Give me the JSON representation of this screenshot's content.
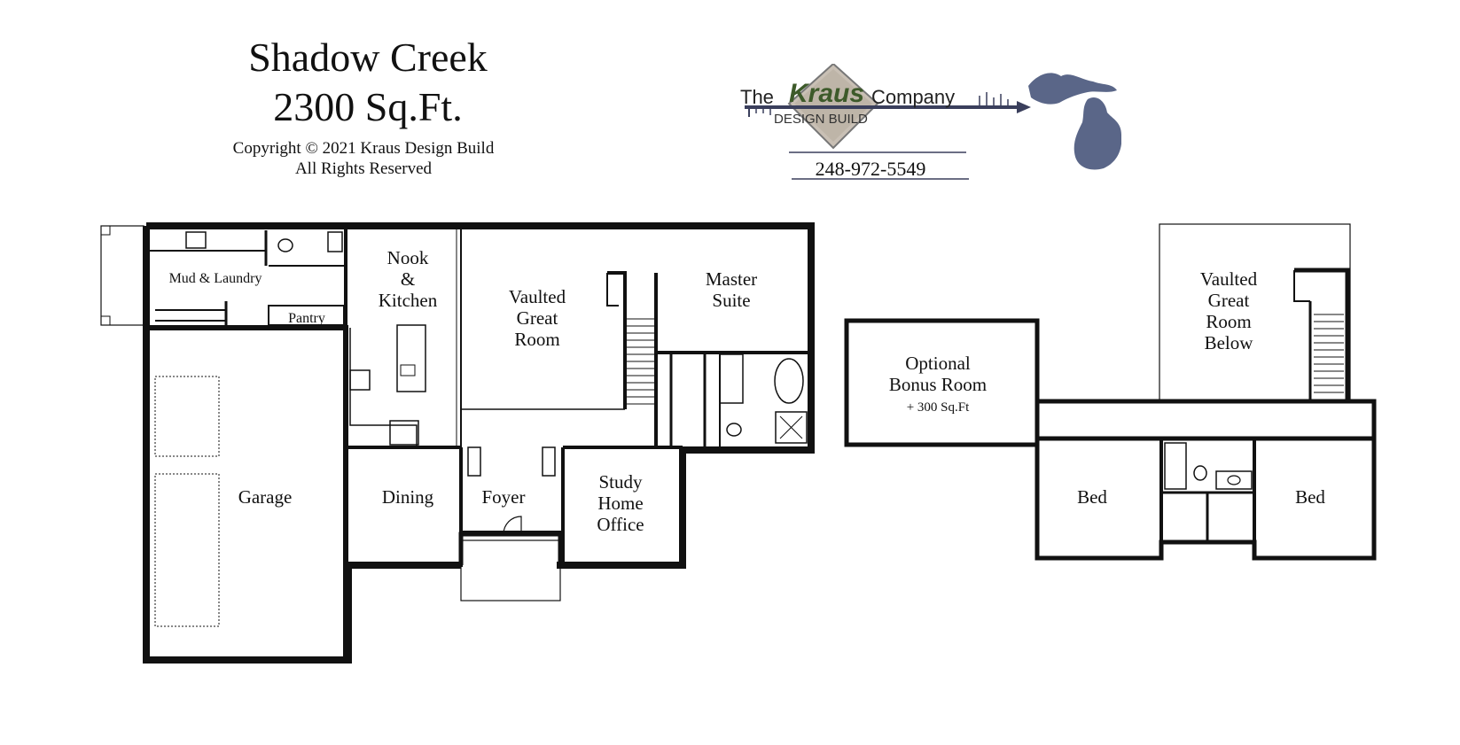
{
  "header": {
    "title": "Shadow Creek",
    "sqft": "2300 Sq.Ft.",
    "copyright": "Copyright © 2021 Kraus Design Build",
    "rights": "All Rights Reserved"
  },
  "logo": {
    "the": "The",
    "kraus": "Kraus",
    "company": "Company",
    "sub": "DESIGN BUILD",
    "phone": "248-972-5549",
    "colors": {
      "kraus_green": "#3d5a2a",
      "arrow_navy": "#3a3f5c",
      "michigan": "#5a6688"
    }
  },
  "first_floor": {
    "mud_laundry": "Mud & Laundry",
    "pantry": "Pantry",
    "nook": "Nook",
    "amp": "&",
    "kitchen": "Kitchen",
    "vaulted": "Vaulted",
    "great": "Great",
    "room": "Room",
    "master": "Master",
    "suite": "Suite",
    "garage": "Garage",
    "dining": "Dining",
    "foyer": "Foyer",
    "study": "Study",
    "home": "Home",
    "office": "Office"
  },
  "second_floor": {
    "optional": "Optional",
    "bonus_room": "Bonus Room",
    "bonus_sqft": "+ 300 Sq.Ft",
    "vaulted": "Vaulted",
    "great": "Great",
    "room": "Room",
    "below": "Below",
    "bed_left": "Bed",
    "bed_right": "Bed"
  }
}
